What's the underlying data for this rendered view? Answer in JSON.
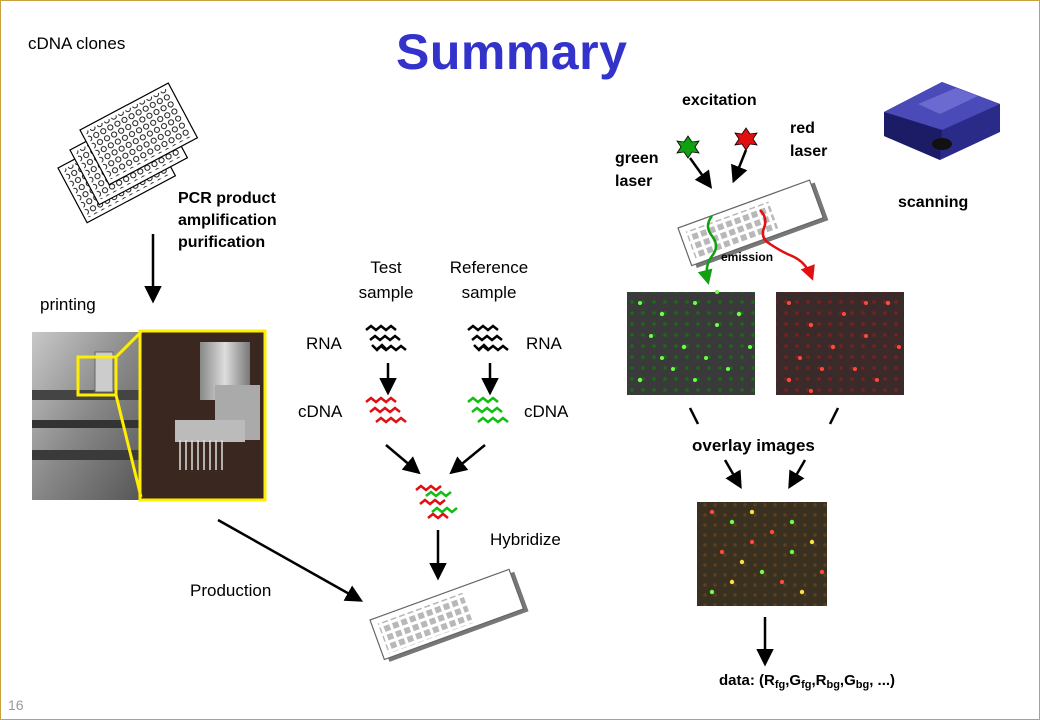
{
  "title": "Summary",
  "page_number": "16",
  "production": {
    "cdna_clones": "cDNA clones",
    "pcr_line1": "PCR product",
    "pcr_line2": "amplification",
    "pcr_line3": "purification",
    "printing": "printing",
    "production": "Production"
  },
  "hybridization": {
    "test_line1": "Test",
    "test_line2": "sample",
    "ref_line1": "Reference",
    "ref_line2": "sample",
    "rna_left": "RNA",
    "rna_right": "RNA",
    "cdna_left": "cDNA",
    "cdna_right": "cDNA",
    "hybridize": "Hybridize"
  },
  "scanning": {
    "excitation": "excitation",
    "red_laser_line1": "red",
    "red_laser_line2": "laser",
    "green_laser_line1": "green",
    "green_laser_line2": "laser",
    "emission": "emission",
    "scanning": "scanning",
    "overlay": "overlay images",
    "data_prefix": "data: (R",
    "sub_fg": "fg",
    "sub_bg": "bg",
    "g_sep": ",G",
    "r_sep": ",R",
    "data_suffix": ", ...)"
  },
  "colors": {
    "title": "#3333cc",
    "red_dye": "#e01010",
    "green_dye": "#10c010",
    "highlight_box": "#ffee00"
  },
  "icons": [
    "microplate-stack",
    "robot-arrayer-photo",
    "microarray-slide",
    "laser-starburst",
    "desktop-scanner",
    "fluorescence-scan-image"
  ]
}
